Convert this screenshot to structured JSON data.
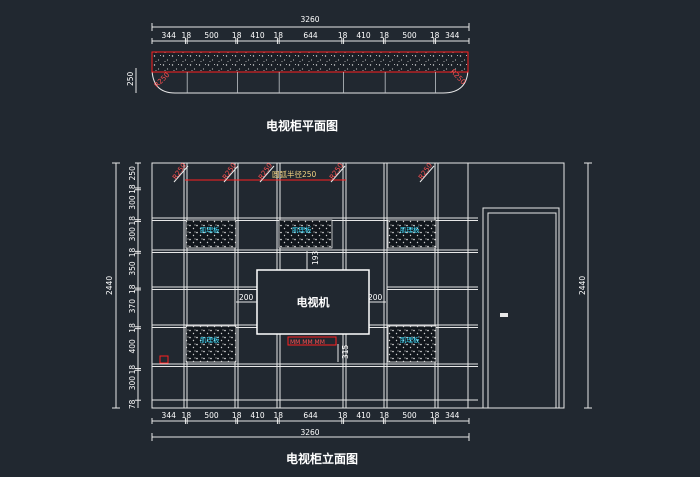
{
  "plan": {
    "title": "电视柜平面图",
    "total_width": "3260",
    "segments": [
      "344",
      "18",
      "500",
      "18",
      "410",
      "18",
      "644",
      "18",
      "410",
      "18",
      "500",
      "18",
      "344"
    ],
    "depth": "250",
    "radius_labels": [
      "R250",
      "R250"
    ]
  },
  "elevation": {
    "title": "电视柜立面图",
    "height_left": "2440",
    "height_right": "2440",
    "left_vertical_dims": [
      "250",
      "18",
      "300",
      "18",
      "300",
      "18",
      "350",
      "18",
      "370",
      "18",
      "400",
      "18",
      "300",
      "78"
    ],
    "top_segments": [
      "344",
      "18",
      "500",
      "18",
      "410",
      "18",
      "644",
      "18",
      "410",
      "18",
      "500",
      "18",
      "344"
    ],
    "total_width": "3260",
    "arc_radius_labels": [
      "R250",
      "R250",
      "R250",
      "R250",
      "R250"
    ],
    "arc_note": "圆弧半径250",
    "tv_label": "电视机",
    "tv_dims": {
      "left": "200",
      "right": "200",
      "top": "193",
      "bottom": "315"
    },
    "panel_text": [
      "肌理板",
      "肌理板",
      "肌理板",
      "肌理板",
      "肌理板"
    ],
    "red_marks": "MM MM MM"
  },
  "colors": {
    "background": "#212830",
    "line": "#e8e8e8",
    "red": "#ff2020",
    "cyan": "#40e0ff",
    "yellow": "#f0d080"
  }
}
